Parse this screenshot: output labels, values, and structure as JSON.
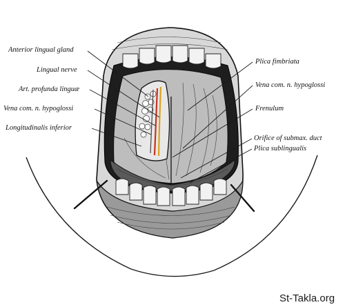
{
  "labels": {
    "anterior_lingual_gland": "Anterior lingual gland",
    "lingual_nerve": "Lingual nerve",
    "art_profunda_linguae": "Art. profunda linguæ",
    "vena_com_left": "Vena com. n. hypoglossi",
    "longitudinalis_inferior": "Longitudinalis inferior",
    "plica_fimbriata": "Plica fimbriata",
    "vena_com_right": "Vena com. n. hypoglossi",
    "frenulum": "Frenulum",
    "orifice_submax_duct": "Orifice of submax. duct",
    "plica_sublingualis": "Plica sublingualis"
  },
  "watermark": "St-Takla.org",
  "colors": {
    "ink": "#1a1a1a",
    "artery": "#c8321e",
    "nerve": "#d9a31f",
    "background": "#ffffff"
  }
}
